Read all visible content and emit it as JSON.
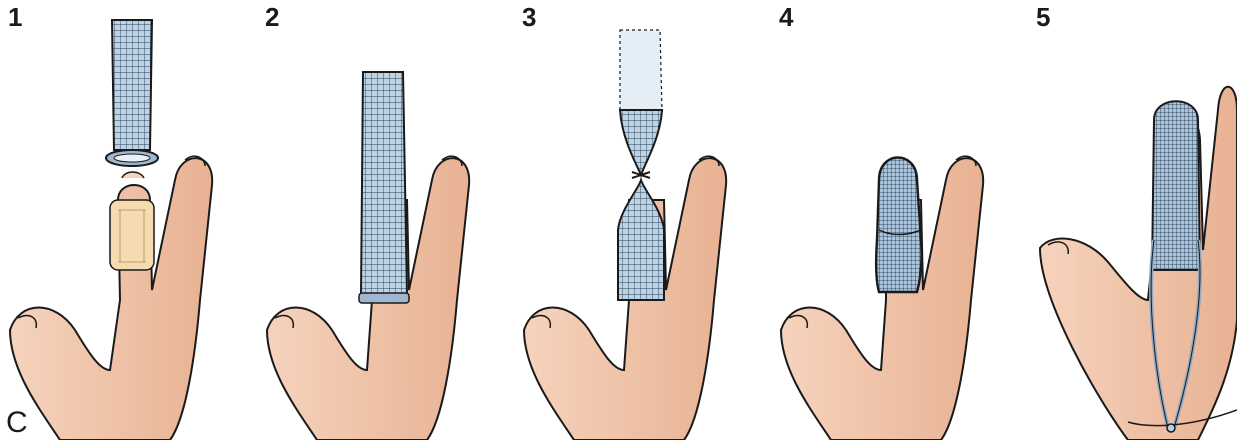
{
  "figure_letter": "C",
  "steps": [
    {
      "number": "1"
    },
    {
      "number": "2"
    },
    {
      "number": "3"
    },
    {
      "number": "4"
    },
    {
      "number": "5"
    }
  ],
  "colors": {
    "skin": "#f2c7ae",
    "skin_shadow": "#e3a98c",
    "gauze": "#bcd3e6",
    "gauze_dark": "#7f9fbd",
    "bandage_pad": "#f5dcb0",
    "outline": "#1a1a1a"
  }
}
